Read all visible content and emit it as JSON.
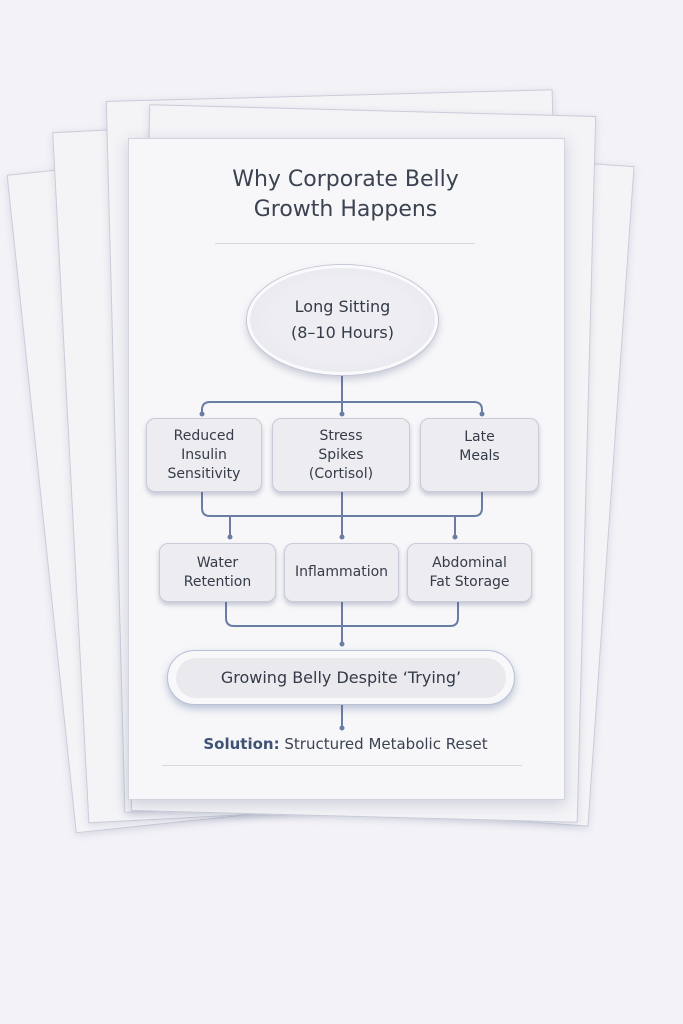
{
  "title_line1": "Why Corporate Belly",
  "title_line2": "Growth Happens",
  "root": {
    "line1": "Long Sitting",
    "line2": "(8–10 Hours)"
  },
  "causes": [
    {
      "lines": [
        "Reduced",
        "Insulin",
        "Sensitivity"
      ]
    },
    {
      "lines": [
        "Stress",
        "Spikes",
        "(Cortisol)"
      ]
    },
    {
      "lines": [
        "Late",
        "Meals"
      ]
    }
  ],
  "effects": [
    {
      "lines": [
        "Water",
        "Retention"
      ]
    },
    {
      "lines": [
        "Inflammation"
      ]
    },
    {
      "lines": [
        "Abdominal",
        "Fat Storage"
      ]
    }
  ],
  "outcome": "Growing Belly Despite ‘Trying’",
  "solution": {
    "label": "Solution:",
    "text": "Structured Metabolic Reset"
  },
  "colors": {
    "connector": "#6a7ea5",
    "text": "#3b4252"
  }
}
